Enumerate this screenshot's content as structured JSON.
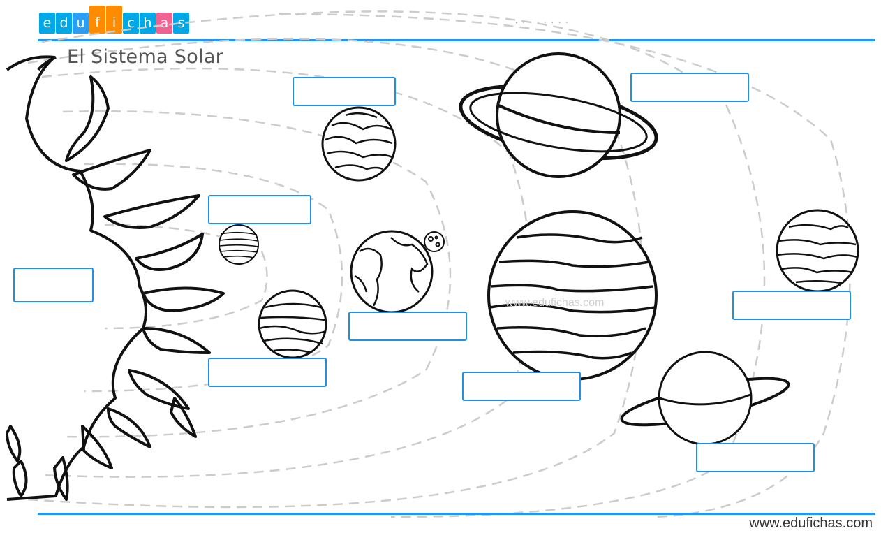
{
  "logo": {
    "letters": [
      "e",
      "d",
      "u",
      "f",
      "i",
      "c",
      "h",
      "a",
      "s"
    ],
    "colors": [
      "#00a8e8",
      "#00a8e8",
      "#2a9df4",
      "#ff8c00",
      "#ff8c00",
      "#00a8e8",
      "#00a8e8",
      "#f06292",
      "#00a8e8"
    ]
  },
  "page": {
    "title": "El Sistema Solar",
    "header_dots": "· · · · · · · ·",
    "watermark": "www.edufichas.com",
    "footer_url": "www.edufichas.com"
  },
  "colors": {
    "accent": "#2196f3",
    "box_border": "#1e90e6",
    "orbit": "#cccccc",
    "outline": "#111111"
  },
  "answer_boxes": [
    {
      "label": ""
    },
    {
      "label": ""
    },
    {
      "label": ""
    },
    {
      "label": ""
    },
    {
      "label": ""
    },
    {
      "label": ""
    },
    {
      "label": ""
    },
    {
      "label": ""
    },
    {
      "label": ""
    },
    {
      "label": ""
    }
  ],
  "icons": [
    "sun-icon",
    "mercury-icon",
    "venus-icon",
    "earth-icon",
    "moon-icon",
    "mars-icon",
    "jupiter-icon",
    "saturn-icon",
    "uranus-icon",
    "neptune-icon"
  ]
}
